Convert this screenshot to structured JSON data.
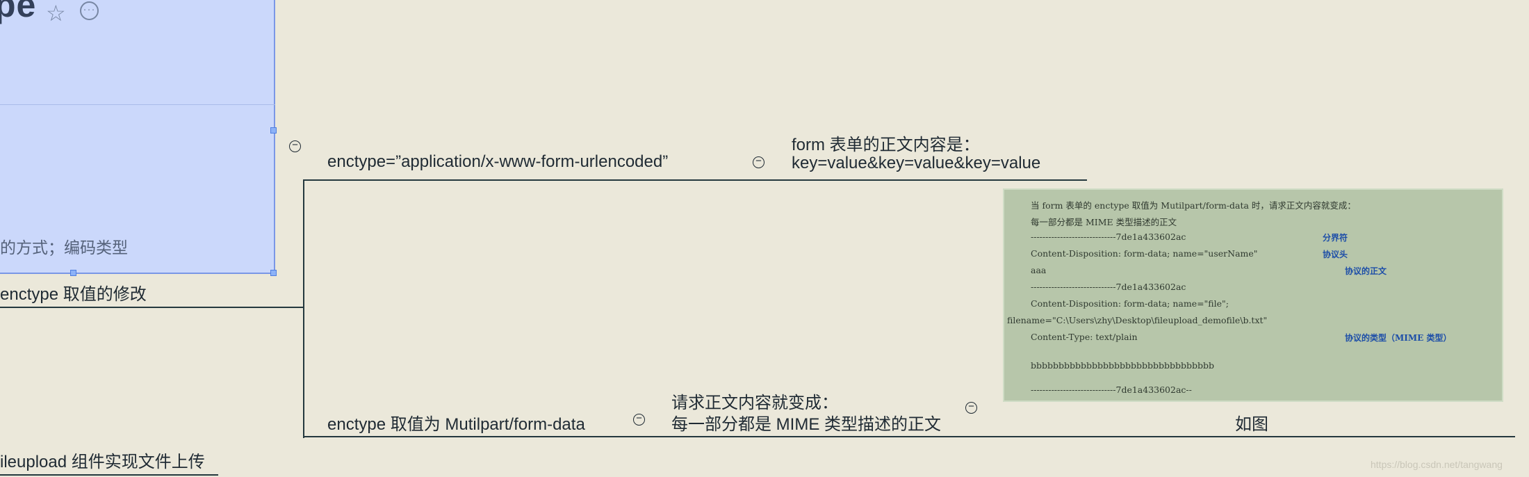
{
  "selected_topic": {
    "title_fragment": "pe",
    "note": "的方式；编码类型"
  },
  "nodes": {
    "enctype_modify": "enctype 取值的修改",
    "urlencoded": "enctype=”application/x-www-form-urlencoded”",
    "form_body_line1": "form 表单的正文内容是：",
    "form_body_line2": "key=value&key=value&key=value",
    "multipart": "enctype 取值为 Mutilpart/form-data",
    "request_body_line1": "请求正文内容就变成：",
    "request_body_line2": "每一部分都是 MIME 类型描述的正文",
    "as_shown": "如图",
    "fileupload": "ileupload 组件实现文件上传"
  },
  "embedded_image": {
    "lines": [
      "当 form 表单的 enctype 取值为 Mutilpart/form-data 时，请求正文内容就变成：",
      "每一部分都是 MIME 类型描述的正文",
      "-----------------------------7de1a433602ac",
      "Content-Disposition: form-data; name=\"userName\"",
      "aaa",
      "-----------------------------7de1a433602ac",
      "Content-Disposition:                       form-data;                          name=\"file\";",
      "filename=\"C:\\Users\\zhy\\Desktop\\fileupload_demofile\\b.txt\"",
      "Content-Type: text/plain",
      "bbbbbbbbbbbbbbbbbbbbbbbbbbbbbbbbb",
      "-----------------------------7de1a433602ac--"
    ],
    "annotations": [
      "分界符",
      "协议头",
      "协议的正文",
      "协议的类型（MIME 类型）"
    ]
  },
  "watermark": "https://blog.csdn.net/tangwang"
}
